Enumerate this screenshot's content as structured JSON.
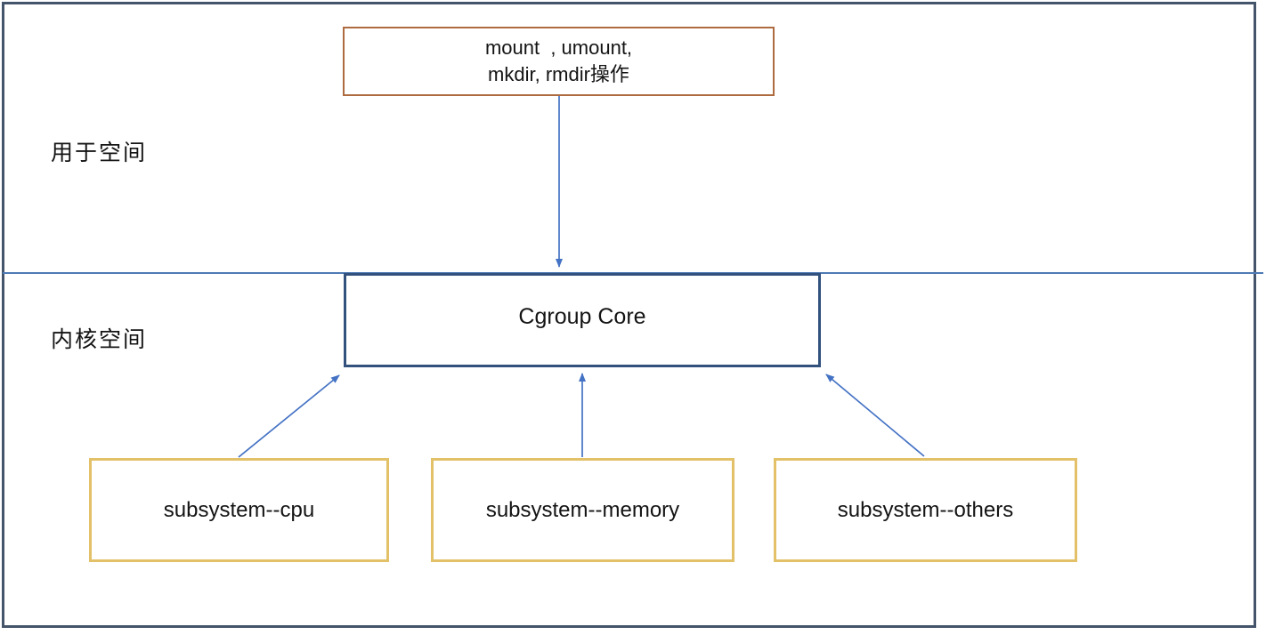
{
  "diagram": {
    "user_space_label": "用于空间",
    "kernel_space_label": "内核空间",
    "user_ops_box": {
      "text": "mount  , umount,\nmkdir, rmdir操作"
    },
    "cgroup_core_box": {
      "label": "Cgroup Core"
    },
    "subsystems": [
      {
        "label": "subsystem--cpu"
      },
      {
        "label": "subsystem--memory"
      },
      {
        "label": "subsystem--others"
      }
    ],
    "colors": {
      "outer_border": "#44546A",
      "divider": "#4E7AB5",
      "user_ops_border": "#AE6B3F",
      "cgroup_core_border": "#32517D",
      "subsystem_border": "#E3C169",
      "arrow": "#4472C4",
      "text": "#141414"
    }
  }
}
